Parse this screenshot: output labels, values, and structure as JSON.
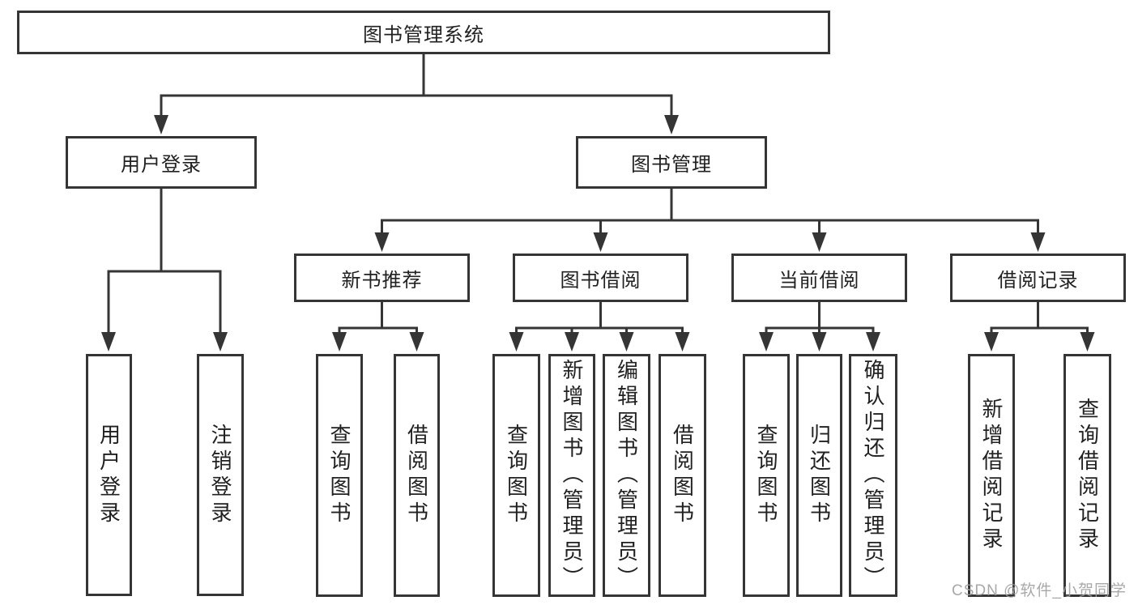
{
  "title": "图书管理系统",
  "tree": {
    "root": {
      "id": "root",
      "label": "图书管理系统"
    },
    "children": [
      {
        "id": "user-login",
        "label": "用户登录",
        "children": [
          {
            "id": "user-login-action",
            "label": "用户登录"
          },
          {
            "id": "logout-action",
            "label": "注销登录"
          }
        ]
      },
      {
        "id": "book-mgmt",
        "label": "图书管理",
        "children": [
          {
            "id": "new-book-rec",
            "label": "新书推荐",
            "children": [
              {
                "id": "rec-query-books",
                "label": "查询图书"
              },
              {
                "id": "rec-borrow-books",
                "label": "借阅图书"
              }
            ]
          },
          {
            "id": "book-borrow",
            "label": "图书借阅",
            "children": [
              {
                "id": "borrow-query-books",
                "label": "查询图书"
              },
              {
                "id": "borrow-add-books",
                "label": "新增图书（管理员）"
              },
              {
                "id": "borrow-edit-books",
                "label": "编辑图书（管理员）"
              },
              {
                "id": "borrow-borrow-books",
                "label": "借阅图书"
              }
            ]
          },
          {
            "id": "current-borrow",
            "label": "当前借阅",
            "children": [
              {
                "id": "current-query-books",
                "label": "查询图书"
              },
              {
                "id": "current-return-books",
                "label": "归还图书"
              },
              {
                "id": "current-confirm-return",
                "label": "确认归还（管理员）"
              }
            ]
          },
          {
            "id": "borrow-records",
            "label": "借阅记录",
            "children": [
              {
                "id": "records-add-record",
                "label": "新增借阅记录"
              },
              {
                "id": "records-query-record",
                "label": "查询借阅记录"
              }
            ]
          }
        ]
      }
    ]
  },
  "watermark": "CSDN @软件_小贺同学",
  "colors": {
    "line": "#353535",
    "box_border": "#353535",
    "box_fill": "#ffffff",
    "text": "#212121",
    "watermark": "#9f9f9f",
    "background": "#ffffff"
  }
}
